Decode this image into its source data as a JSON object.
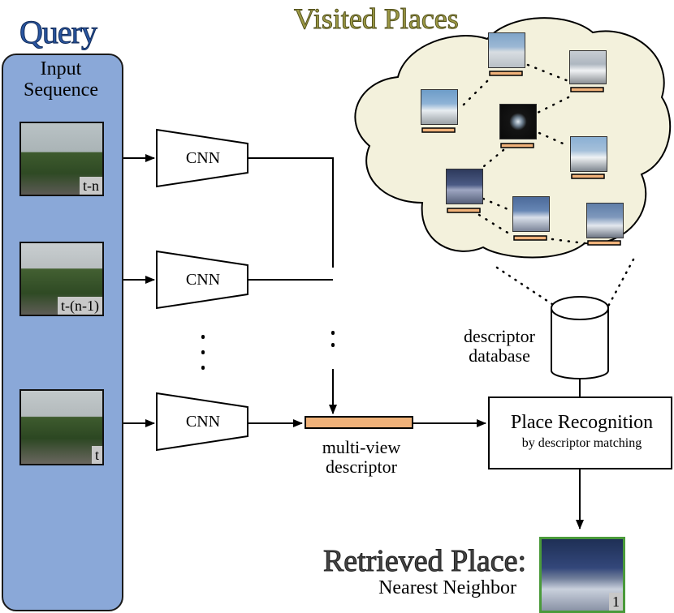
{
  "query_title": "Query",
  "visited_title": "Visited Places",
  "input_sequence_label": "Input\nSequence",
  "frames": [
    {
      "tag": "t-n"
    },
    {
      "tag": "t-(n-1)"
    },
    {
      "tag": "t"
    }
  ],
  "cnn_label": "CNN",
  "multiview_label": "multi-view\ndescriptor",
  "database_label": "descriptor\ndatabase",
  "place_recognition": {
    "title": "Place Recognition",
    "subtitle": "by descriptor matching"
  },
  "retrieved": {
    "title": "Retrieved Place:",
    "subtitle": "Nearest Neighbor",
    "rank": "1"
  },
  "colors": {
    "query_blue": "#8aa8d8",
    "cloud_fill": "#f3f1dc",
    "descriptor_orange": "#f0b27a",
    "retrieved_border": "#4a9a3a"
  }
}
